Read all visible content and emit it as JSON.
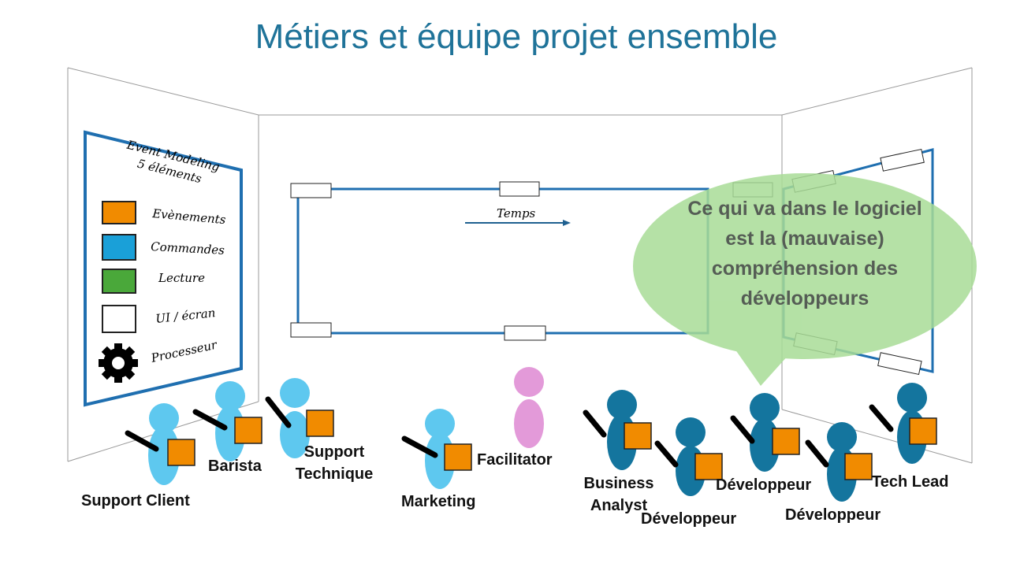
{
  "title": "Métiers et équipe projet ensemble",
  "legend": {
    "title_line1": "Event Modeling",
    "title_line2": "5 éléments",
    "items": [
      {
        "label": "Evènements",
        "color": "#f18b00"
      },
      {
        "label": "Commandes",
        "color": "#1aa0d8"
      },
      {
        "label": "Lecture",
        "color": "#4aa83a"
      },
      {
        "label": "UI / écran",
        "color": "#ffffff"
      },
      {
        "label": "Processeur",
        "color": "#000000"
      }
    ]
  },
  "timeline": {
    "label": "Temps"
  },
  "bubble": {
    "text": "Ce qui va dans le logiciel est la (mauvaise) compréhension des développeurs",
    "color": "#a8dc96"
  },
  "roles": [
    "Support Client",
    "Barista",
    "Support Technique",
    "Marketing",
    "Facilitator",
    "Business Analyst",
    "Développeur",
    "Développeur",
    "Développeur",
    "Tech Lead"
  ],
  "colors": {
    "business_person": "#5ec8ef",
    "tech_person": "#14759e",
    "facilitator": "#e39ad9",
    "sticky": "#f18b00",
    "wall_border": "#1f6fb0"
  }
}
